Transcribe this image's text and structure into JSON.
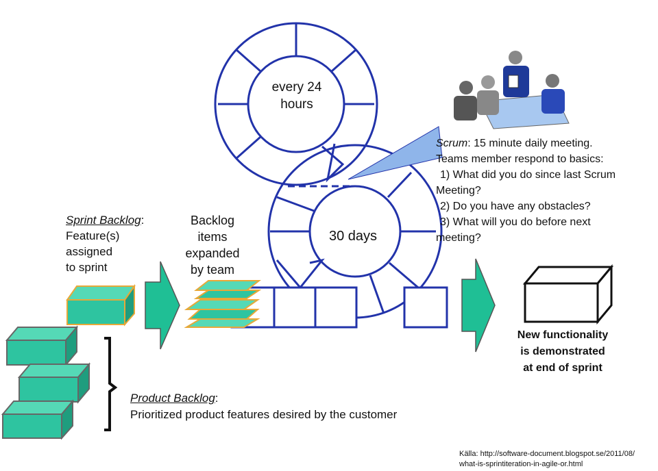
{
  "colors": {
    "box_fill": "#2ec4a0",
    "box_edge": "#2a2a2a",
    "box_highlight": "#e8a838",
    "arrow_fill": "#1fbf95",
    "cycle_stroke": "#2233aa",
    "table_fill": "#a8c8f0",
    "text": "#111111"
  },
  "scrum": {
    "cycle_small_label": [
      "every 24",
      "hours"
    ],
    "cycle_large_label": "30 days",
    "meeting_title": "Scrum",
    "meeting_title_rest": ": 15 minute daily meeting.",
    "meeting_lines": [
      "Teams member respond to basics:",
      "1) What did you do since last Scrum",
      "Meeting?",
      "2) Do you have any obstacles?",
      "3) What will you do before next",
      "meeting?"
    ]
  },
  "sprint_backlog": {
    "heading": "Sprint Backlog",
    "heading_suffix": ":",
    "lines": [
      "Feature(s)",
      "assigned",
      "to sprint"
    ]
  },
  "backlog_items": {
    "lines": [
      "Backlog",
      "items",
      "expanded",
      "by team"
    ]
  },
  "product_backlog": {
    "heading": "Product Backlog",
    "heading_suffix": ":",
    "description": "Prioritized product features desired by the customer"
  },
  "output": {
    "lines": [
      "New functionality",
      "is demonstrated",
      "at end of sprint"
    ]
  },
  "source": {
    "lines": [
      "Källa: http://software-document.blogspot.se/2011/08/",
      "what-is-sprintiteration-in-agile-or.html"
    ]
  },
  "icons": [
    "team-meeting-illustration",
    "feature-box-icon",
    "right-arrow-icon",
    "bracket-icon",
    "output-box-icon"
  ]
}
